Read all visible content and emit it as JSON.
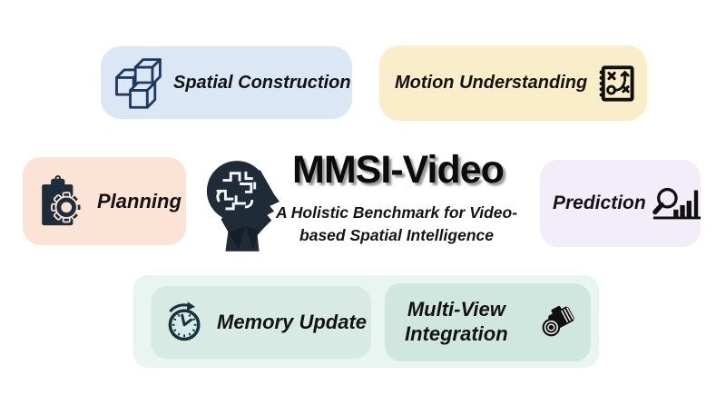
{
  "title": {
    "main": "MMSI-Video",
    "subtitle_line1": "A Holistic Benchmark for Video-",
    "subtitle_line2": "based Spatial Intelligence"
  },
  "capabilities": [
    {
      "id": "spatial-construction",
      "label": "Spatial Construction",
      "icon": "cubes-icon",
      "bg": "#dbe7f4"
    },
    {
      "id": "motion-understanding",
      "label": "Motion Understanding",
      "icon": "tactics-plan-icon",
      "bg": "#faeeca"
    },
    {
      "id": "planning",
      "label": "Planning",
      "icon": "clipboard-gear-icon",
      "bg": "#fbe4d5"
    },
    {
      "id": "prediction",
      "label": "Prediction",
      "icon": "magnifier-chart-icon",
      "bg": "#f2edf9"
    },
    {
      "id": "memory-update",
      "label": "Memory Update",
      "icon": "clock-refresh-icon",
      "bg": "#d7ebe4"
    },
    {
      "id": "multi-view-integration",
      "label": "Multi-View Integration",
      "label_line1": "Multi-View",
      "label_line2": "Integration",
      "icon": "camera-icon",
      "bg": "#cfe7de"
    }
  ],
  "center_icon": "brain-head-icon",
  "colors": {
    "background": "#ffffff",
    "bottom_group_bg": "#e9f5f0",
    "cubes_icon_stroke": "#1d3a5f",
    "dark_icon": "#101010",
    "clipboard_icon_fill": "#1f2c3b",
    "clock_icon_stroke": "#14333f",
    "head_silhouette_fill": "#202b38",
    "text": "#131313",
    "title_shadow": "#7d7d7d"
  }
}
